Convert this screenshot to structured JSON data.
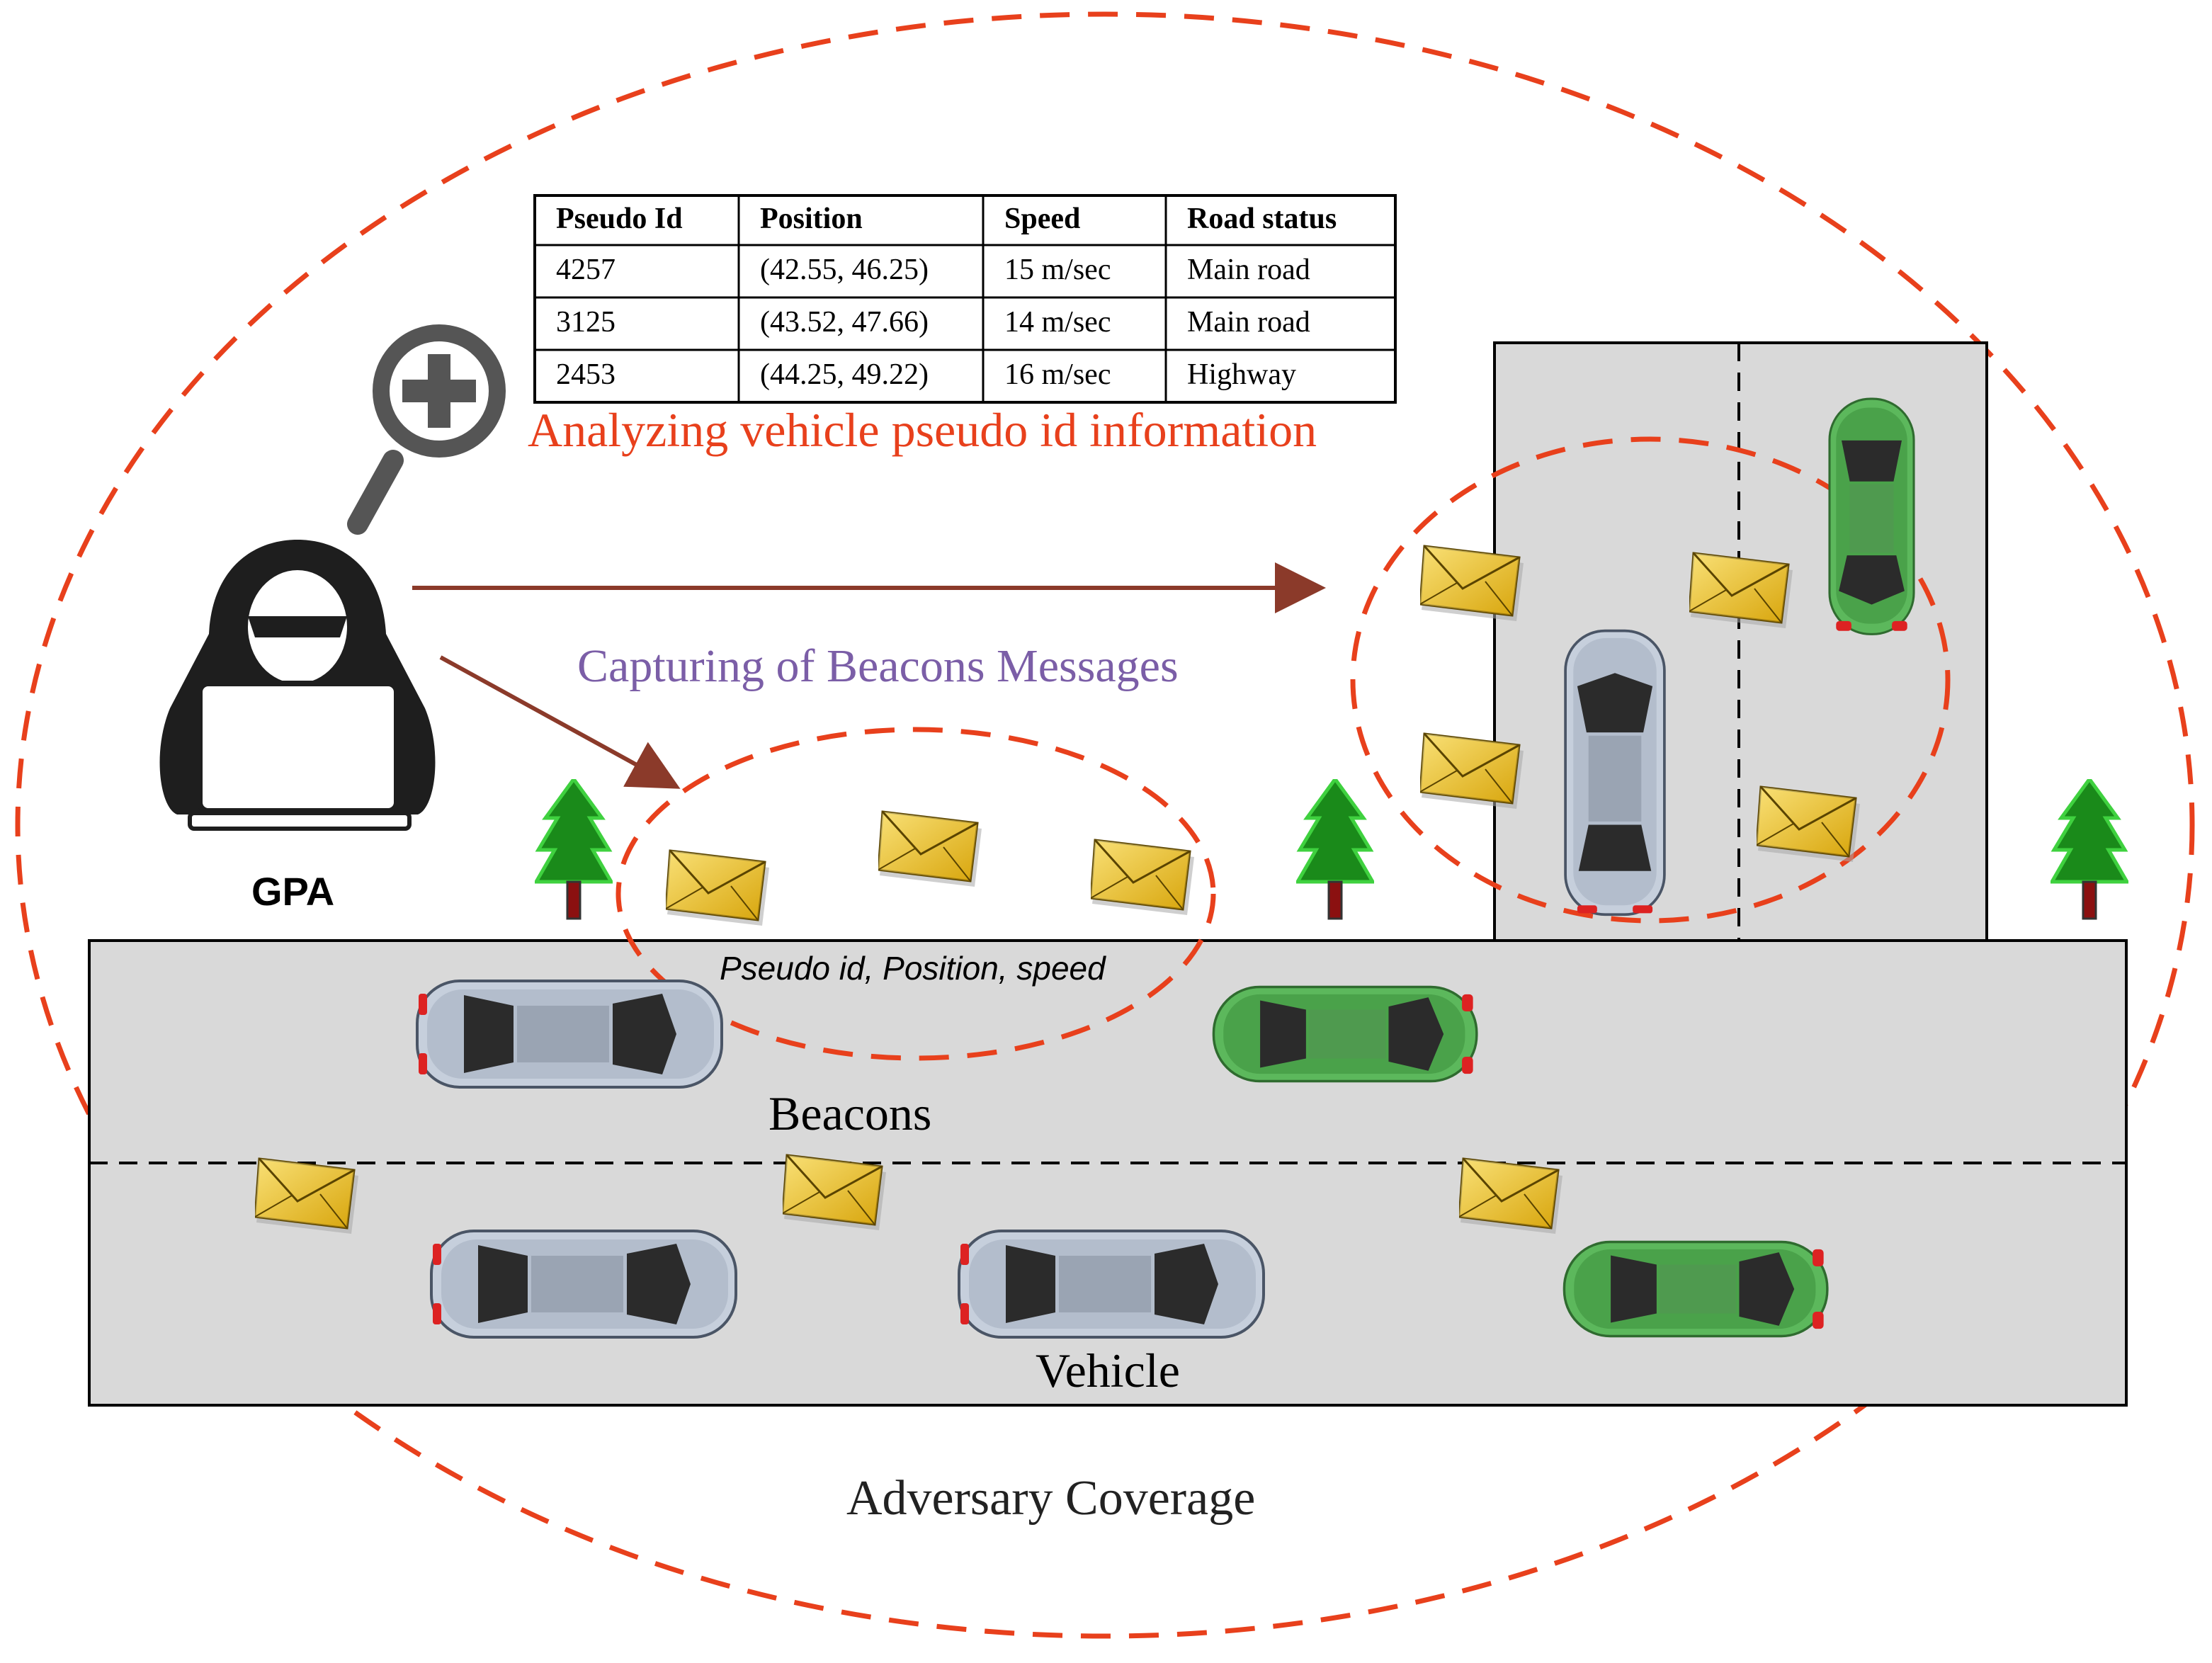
{
  "colors": {
    "dash_red": "#e8401c",
    "arrow": "#8b3a2a",
    "road": "#d9d9d9",
    "title_red": "#e8401c",
    "caption_purple": "#7b5ea7",
    "tree_green": "#1a8a1a",
    "trunk": "#8b1010",
    "envelope": "#f0c020",
    "car_green": "#5cb85c",
    "car_silver": "#b9c3d3"
  },
  "table": {
    "headers": [
      "Pseudo Id",
      "Position",
      "Speed",
      "Road status"
    ],
    "rows": [
      [
        "4257",
        "(42.55, 46.25)",
        "15 m/sec",
        "Main road"
      ],
      [
        "3125",
        "(43.52, 47.66)",
        "14 m/sec",
        "Main road"
      ],
      [
        "2453",
        "(44.25, 49.22)",
        "16 m/sec",
        "Highway"
      ]
    ]
  },
  "labels": {
    "analyzing": "Analyzing vehicle pseudo id information",
    "capturing": "Capturing of Beacons Messages",
    "gpa": "GPA",
    "beacon_fields": "Pseudo id, Position, speed",
    "beacons": "Beacons",
    "vehicle": "Vehicle",
    "coverage": "Adversary Coverage"
  },
  "icons": {
    "attacker": "hooded-hacker-icon",
    "magnifier": "magnifier-plus-icon",
    "beacon": "envelope-icon",
    "tree": "pine-tree-icon",
    "car": "car-top-view-icon"
  }
}
